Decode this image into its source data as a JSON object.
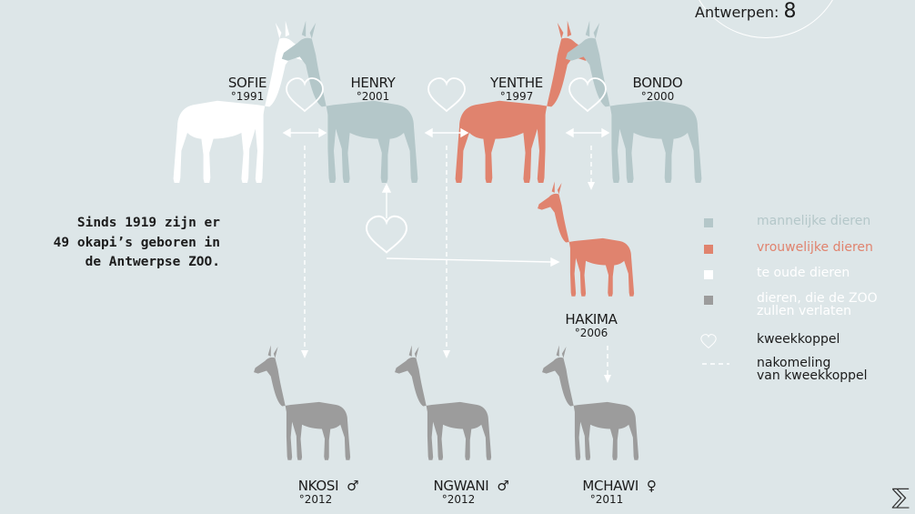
{
  "colors": {
    "background": "#dde6e8",
    "male": "#b4c7c9",
    "female": "#e0836e",
    "too_old": "#ffffff",
    "leaving": "#9c9c9c",
    "heart": "#ffffff"
  },
  "badge": {
    "label": "Antwerpen:",
    "count": "8"
  },
  "intro": {
    "line1": "Sinds 1919 zijn er",
    "line2": "49 okapi’s geboren in",
    "line3": "de Antwerpse ZOO."
  },
  "animals": {
    "sofie": {
      "name": "SOFIE",
      "year": "°1991",
      "category": "too_old"
    },
    "henry": {
      "name": "HENRY",
      "year": "°2001",
      "category": "male"
    },
    "yenthe": {
      "name": "YENTHE",
      "year": "°1997",
      "category": "female"
    },
    "bondo": {
      "name": "BONDO",
      "year": "°2000",
      "category": "male"
    },
    "hakima": {
      "name": "HAKIMA",
      "year": "°2006",
      "category": "female"
    },
    "nkosi": {
      "name": "NKOSI",
      "year": "°2012",
      "sex": "♂",
      "category": "leaving"
    },
    "ngwani": {
      "name": "NGWANI",
      "year": "°2012",
      "sex": "♂",
      "category": "leaving"
    },
    "mchawi": {
      "name": "MCHAWI",
      "year": "°2011",
      "sex": "♀",
      "category": "leaving"
    }
  },
  "legend": {
    "male": {
      "label": "mannelijke dieren",
      "color": "#b4c7c9"
    },
    "female": {
      "label": "vrouwelijke dieren",
      "color": "#e0836e"
    },
    "too_old": {
      "label": "te oude dieren",
      "color": "#ffffff"
    },
    "leaving": {
      "line1": "dieren, die de ZOO",
      "line2": "zullen verlaten",
      "color": "#9c9c9c"
    },
    "pair": {
      "label": "kweekkoppel",
      "icon": "heart-icon"
    },
    "offspring": {
      "line1": "nakomeling",
      "line2": "van kweekkoppel",
      "icon": "dashed-line-icon"
    }
  },
  "corner_icon": "sigma-icon"
}
